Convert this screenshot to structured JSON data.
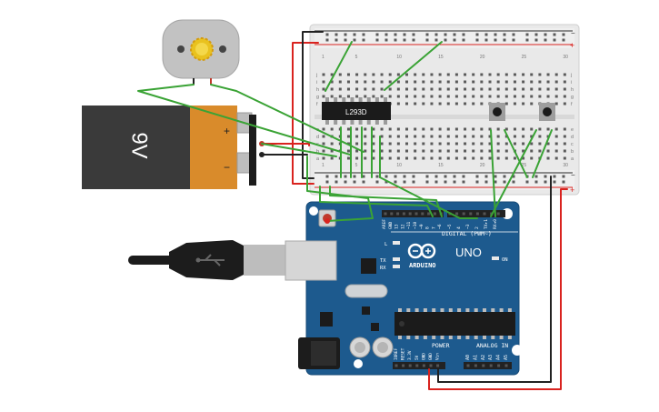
{
  "battery": {
    "label": "9V",
    "plus": "+",
    "minus": "−"
  },
  "motor_driver": {
    "label": "L293D"
  },
  "arduino": {
    "brand": "ARDUINO",
    "model": "UNO",
    "digital_label": "DIGITAL (PWM~)",
    "power_label": "POWER",
    "analog_label": "ANALOG IN",
    "on_label": "ON",
    "led_l": "L",
    "led_tx": "TX",
    "led_rx": "RX",
    "top_pins": [
      "AREF",
      "GND",
      "13",
      "12",
      "~11",
      "~10",
      "~9",
      "8",
      "7",
      "~6",
      "~5",
      "4",
      "~3",
      "2",
      "TX▸1",
      "RX◂0"
    ],
    "power_pins": [
      "IOREF",
      "RESET",
      "3.3V",
      "5V",
      "GND",
      "GND",
      "Vin"
    ],
    "analog_pins": [
      "A0",
      "A1",
      "A2",
      "A3",
      "A4",
      "A5"
    ]
  },
  "breadboard": {
    "row_letters": [
      "a",
      "b",
      "c",
      "d",
      "e",
      "f",
      "g",
      "h",
      "i",
      "j"
    ],
    "rail_plus": "+",
    "rail_minus": "−",
    "column_numbers": [
      "1",
      "5",
      "10",
      "15",
      "20",
      "25",
      "30"
    ]
  },
  "colors": {
    "wire_green": "#3aa335",
    "wire_red": "#d9231f",
    "wire_black": "#222222",
    "board_blue": "#1d5a8e",
    "battery_body": "#3a3a3a",
    "battery_cap": "#d98b2b"
  }
}
